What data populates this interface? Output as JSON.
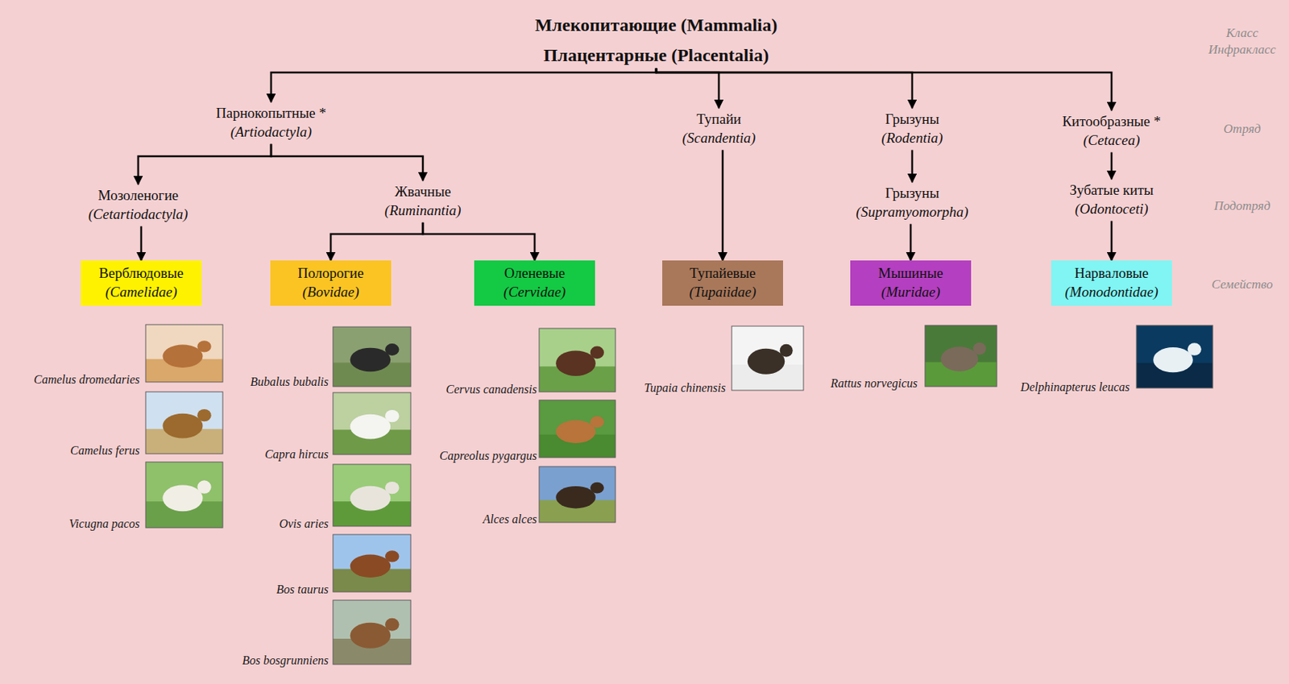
{
  "diagram": {
    "title": "Млекопитающие (Mammalia)",
    "nodes": [
      {
        "text": [
          "Плацентарные (Placentalia)"
        ]
      },
      {
        "text": [
          "Парнокопытные *",
          "(Artiodactyla)"
        ]
      },
      {
        "text": [
          "Мозоленогие",
          "(Cetartiodactyla)"
        ]
      },
      {
        "text": [
          "Жвачные",
          "(Ruminantia)"
        ]
      },
      {
        "text": [
          "Верблюдовые",
          "(Camelidae)"
        ]
      },
      {
        "text": [
          "Полорогие",
          "(Bovidae)"
        ]
      },
      {
        "text": [
          "Оленевые",
          "(Cervidae)"
        ]
      },
      {
        "text": [
          "Тупайи",
          "(Scandentia)"
        ]
      },
      {
        "text": [
          "Тупайевые",
          "(Tupaiidae)"
        ]
      },
      {
        "text": [
          "Грызуны",
          "(Rodentia)"
        ]
      },
      {
        "text": [
          "Грызуны",
          "(Supramyomorpha)"
        ]
      },
      {
        "text": [
          "Мышиные",
          "(Muridae)"
        ]
      },
      {
        "text": [
          "Китообразные *",
          "(Cetacea)"
        ]
      },
      {
        "text": [
          "Зубатые киты",
          "(Odontoceti)"
        ]
      },
      {
        "text": [
          "Нарваловые",
          "(Monodontidae)"
        ]
      }
    ],
    "edges": [
      {
        "from": 0,
        "to": 1,
        "arrow": "to"
      },
      {
        "from": 0,
        "to": 7,
        "arrow": "to"
      },
      {
        "from": 0,
        "to": 9,
        "arrow": "to"
      },
      {
        "from": 0,
        "to": 12,
        "arrow": "to"
      },
      {
        "from": 1,
        "to": 2,
        "arrow": "to"
      },
      {
        "from": 1,
        "to": 3,
        "arrow": "to"
      },
      {
        "from": 2,
        "to": 4,
        "arrow": "to"
      },
      {
        "from": 3,
        "to": 5,
        "arrow": "to"
      },
      {
        "from": 3,
        "to": 6,
        "arrow": "to"
      },
      {
        "from": 7,
        "to": 8,
        "arrow": "to"
      },
      {
        "from": 9,
        "to": 10,
        "arrow": "to"
      },
      {
        "from": 10,
        "to": 11,
        "arrow": "to"
      },
      {
        "from": 12,
        "to": 13,
        "arrow": "to"
      },
      {
        "from": 13,
        "to": 14,
        "arrow": "to"
      }
    ],
    "labels": [
      "Класс",
      "Инфракласс",
      "Отряд",
      "Подотряд",
      "Семейство",
      "Camelus dromedaries",
      "Camelus ferus",
      "Vicugna pacos",
      "Bubalus bubalis",
      "Capra hircus",
      "Ovis aries",
      "Bos taurus",
      "Bos bosgrunniens",
      "Cervus canadensis",
      "Capreolus pygargus",
      "Alces alces",
      "Tupaia chinensis",
      "Rattus norvegicus",
      "Delphinapterus leucas"
    ]
  }
}
